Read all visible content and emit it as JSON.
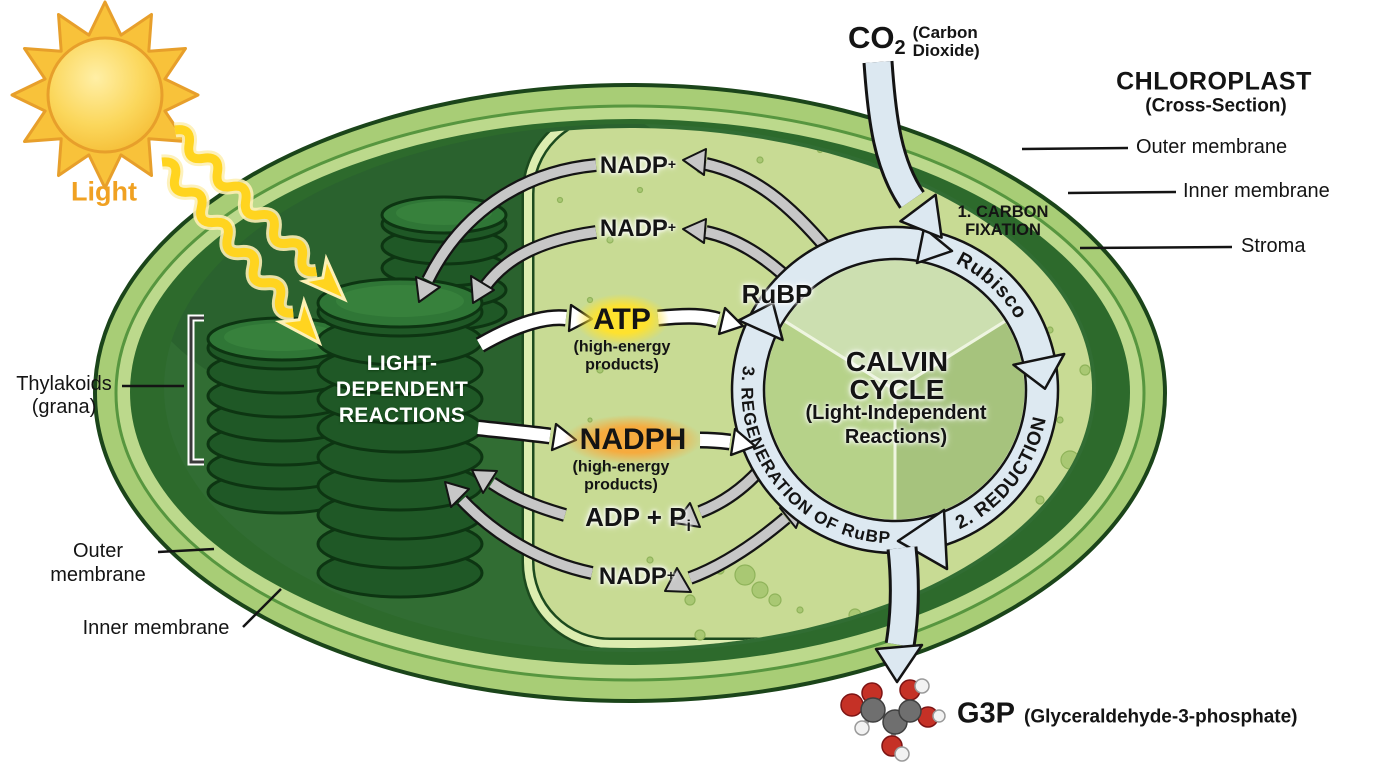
{
  "header": {
    "title": "CHLOROPLAST",
    "subtitle": "(Cross-Section)"
  },
  "sun": {
    "label": "Light"
  },
  "co2": {
    "base": "CO",
    "sub": "2",
    "paren1": "(Carbon",
    "paren2": "Dioxide)"
  },
  "membranes": {
    "outer_right": "Outer membrane",
    "inner_right": "Inner membrane",
    "stroma": "Stroma",
    "outer_left1": "Outer",
    "outer_left2": "membrane",
    "inner_left": "Inner membrane"
  },
  "thylakoids": {
    "line1": "Thylakoids",
    "line2": "(grana)"
  },
  "light_reactions": {
    "line1": "LIGHT-",
    "line2": "DEPENDENT",
    "line3": "REACTIONS"
  },
  "labels": {
    "nadp1": {
      "base": "NADP",
      "sup": "+"
    },
    "nadp2": {
      "base": "NADP",
      "sup": "+"
    },
    "nadp3": {
      "base": "NADP",
      "sup": "+"
    },
    "atp": {
      "name": "ATP",
      "note1": "(high-energy",
      "note2": "products)"
    },
    "nadph": {
      "name": "NADPH",
      "note1": "(high-energy",
      "note2": "products)"
    },
    "adp": {
      "base": "ADP + P",
      "sub": "i"
    },
    "rubp": "RuBP"
  },
  "calvin": {
    "line1": "CALVIN",
    "line2": "CYCLE",
    "line3": "(Light-Independent",
    "line4": "Reactions)",
    "step1a": "1. CARBON",
    "step1b": "FIXATION",
    "rubisco": "Rubisco",
    "step2": "2. REDUCTION",
    "step3": "3. REGENERATION OF RuBP"
  },
  "g3p": {
    "name": "G3P",
    "full": "(Glyceraldehyde-3-phosphate)"
  },
  "colors": {
    "atp_glow": "#ffe22e",
    "nadph_glow": "#f6ab3e",
    "light_text": "#f0a122",
    "stroma_fill": "#c8db94",
    "ring_fill": "#dde9f1",
    "dark_band": "#2d6a2c",
    "outer_band": "#a8cd76"
  }
}
